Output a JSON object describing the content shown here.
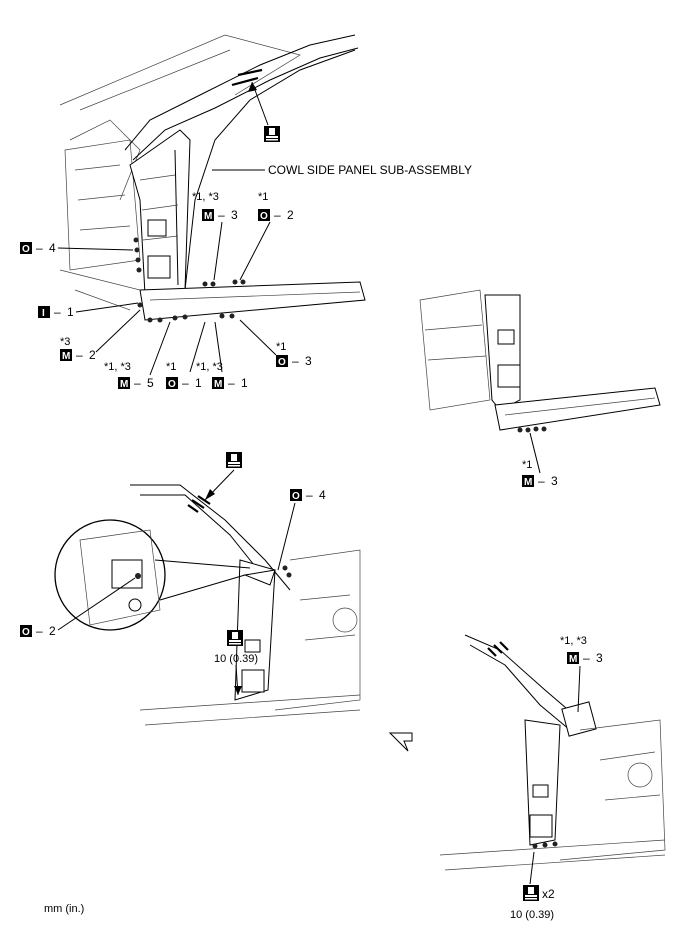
{
  "main_view": {
    "part_label": "COWL SIDE PANEL SUB-ASSEMBLY",
    "callouts": [
      {
        "note": "*1, *3",
        "symbol": "M",
        "dash": "–",
        "num": "3"
      },
      {
        "note": "*1",
        "symbol": "O",
        "dash": "–",
        "num": "2"
      },
      {
        "note": "",
        "symbol": "O",
        "dash": "–",
        "num": "4"
      },
      {
        "note": "",
        "symbol": "I",
        "dash": "–",
        "num": "1"
      },
      {
        "note": "*3",
        "symbol": "M",
        "dash": "–",
        "num": "2"
      },
      {
        "note": "*1, *3",
        "symbol": "M",
        "dash": "–",
        "num": "5"
      },
      {
        "note": "*1",
        "symbol": "O",
        "dash": "–",
        "num": "1"
      },
      {
        "note": "*1, *3",
        "symbol": "M",
        "dash": "–",
        "num": "1"
      },
      {
        "note": "*1",
        "symbol": "O",
        "dash": "–",
        "num": "3"
      }
    ]
  },
  "right_view": {
    "callout": {
      "note": "*1",
      "symbol": "M",
      "dash": "–",
      "num": "3"
    }
  },
  "lower_left_view": {
    "callout_o4": {
      "symbol": "O",
      "dash": "–",
      "num": "4"
    },
    "callout_o2": {
      "symbol": "O",
      "dash": "–",
      "num": "2"
    },
    "dimension": "10 (0.39)"
  },
  "lower_right_view": {
    "callout": {
      "note": "*1, *3",
      "symbol": "M",
      "dash": "–",
      "num": "3"
    },
    "multiplier": "x2",
    "dimension": "10 (0.39)"
  },
  "units_label": "mm (in.)",
  "colors": {
    "line": "#000000",
    "symbol_bg": "#000000",
    "symbol_fg": "#ffffff",
    "weld_spot": "#222222"
  },
  "icons": [
    "sealer-application-icon",
    "view-direction-arrow-icon"
  ]
}
